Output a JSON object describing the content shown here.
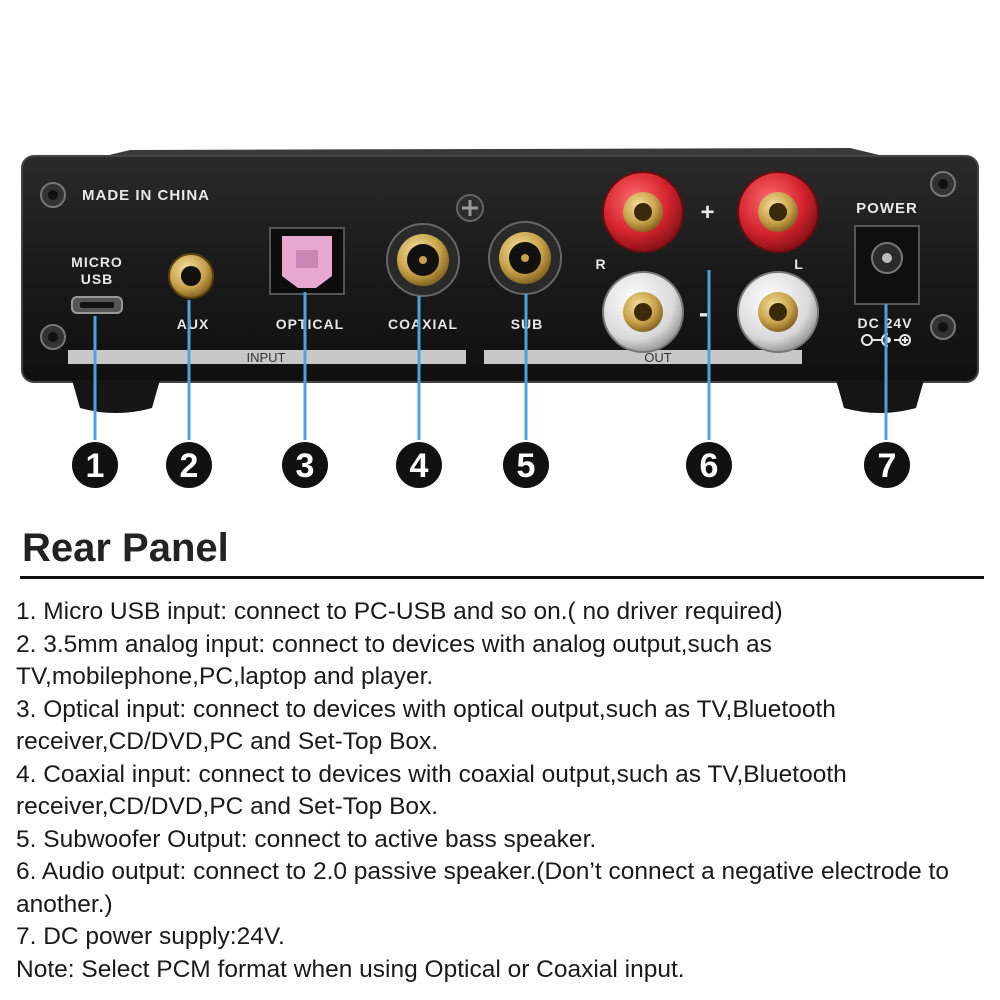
{
  "panel": {
    "made_in": "MADE IN CHINA",
    "micro_usb_line1": "MICRO",
    "micro_usb_line2": "USB",
    "aux": "AUX",
    "optical": "OPTICAL",
    "coaxial": "COAXIAL",
    "sub": "SUB",
    "input_group": "INPUT",
    "out_group": "OUT",
    "right": "R",
    "left": "L",
    "plus": "+",
    "minus": "-",
    "power": "POWER",
    "dc_rating": "DC 24V"
  },
  "callouts": [
    "1",
    "2",
    "3",
    "4",
    "5",
    "6",
    "7"
  ],
  "colors": {
    "chassis": "#1c1c1c",
    "callout_line": "#4ea2dc",
    "terminal_red": "#d4232d",
    "optical_pink": "#e7a9d2",
    "gold": "#c9a24a"
  },
  "section_title": "Rear Panel",
  "descriptions": [
    "1.  Micro USB input: connect to PC-USB and so on.( no driver required)",
    "2.  3.5mm analog input: connect to devices with analog output,such as TV,mobilephone,PC,laptop and player.",
    "3.  Optical input: connect to devices with optical output,such as TV,Bluetooth receiver,CD/DVD,PC and Set-Top Box.",
    "4.  Coaxial input: connect to devices with coaxial output,such as TV,Bluetooth receiver,CD/DVD,PC and Set-Top Box.",
    "5.  Subwoofer Output: connect to active bass speaker.",
    "6.  Audio output: connect to 2.0 passive speaker.(Don’t connect a negative electrode to another.)",
    "7.  DC power supply:24V.",
    "Note: Select PCM format when using Optical or Coaxial input."
  ]
}
